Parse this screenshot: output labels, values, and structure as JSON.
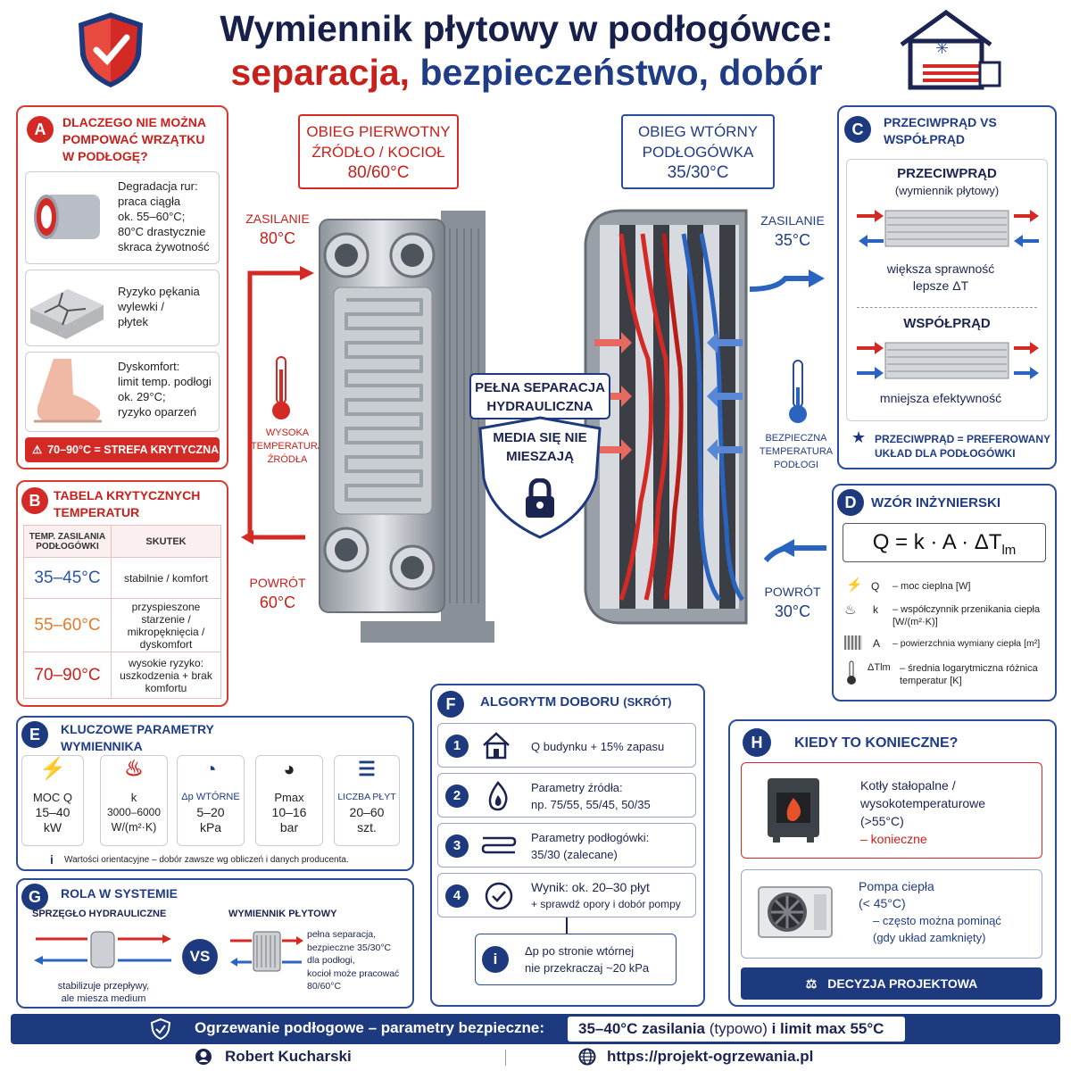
{
  "header": {
    "title_line1": "Wymiennik płytowy w podłogówce:",
    "title_w1": "separacja,",
    "title_w2": "bezpieczeństwo, dobór"
  },
  "colors": {
    "red": "#d42a25",
    "navy": "#1e3a7f",
    "blue": "#2a4d9a"
  },
  "section_a": {
    "letter": "A",
    "title": "DLACZEGO NIE MOŻNA POMPOWAĆ WRZĄTKU W PODŁOGĘ?",
    "items": [
      {
        "icon": "pipe-icon",
        "lines": [
          "Degradacja rur:",
          "praca ciągła",
          "ok. 55–60°C;",
          "80°C drastycznie",
          "skraca żywotność"
        ]
      },
      {
        "icon": "cracked-floor-icon",
        "lines": [
          "Ryzyko pękania",
          "wylewki /",
          "płytek"
        ]
      },
      {
        "icon": "foot-icon",
        "lines": [
          "Dyskomfort:",
          "limit temp. podłogi",
          "ok. 29°C;",
          "ryzyko oparzeń"
        ]
      }
    ],
    "warning": "70–90°C = STREFA KRYTYCZNA"
  },
  "section_b": {
    "letter": "B",
    "title": "TABELA KRYTYCZNYCH TEMPERATUR",
    "head_temp": "TEMP. ZASILANIA PODŁOGÓWKI",
    "head_effect": "SKUTEK",
    "rows": [
      {
        "temp": "35–45°C",
        "effect": "stabilnie / komfort",
        "color": "#2b53a8"
      },
      {
        "temp": "55–60°C",
        "effect": "przyspieszone starzenie / mikropęknięcia / dyskomfort",
        "color": "#e07b2a"
      },
      {
        "temp": "70–90°C",
        "effect": "wysokie ryzyko: uszkodzenia + brak komfortu",
        "color": "#c8201b"
      }
    ]
  },
  "center": {
    "primary_l1": "OBIEG PIERWOTNY",
    "primary_l2": "ŹRÓDŁO / KOCIOŁ",
    "primary_l3": "80/60°C",
    "secondary_l1": "OBIEG WTÓRNY",
    "secondary_l2": "PODŁOGÓWKA",
    "secondary_l3": "35/30°C",
    "supply_left": "ZASILANIE",
    "supply_left_temp": "80°C",
    "return_left": "POWRÓT",
    "return_left_temp": "60°C",
    "supply_right": "ZASILANIE",
    "supply_right_temp": "35°C",
    "return_right": "POWRÓT",
    "return_right_temp": "30°C",
    "thermo_left": "WYSOKA TEMPERATURA ŹRÓDŁA",
    "thermo_right": "BEZPIECZNA TEMPERATURA PODŁOGI",
    "separation": "PEŁNA SEPARACJA HYDRAULICZNA",
    "no_mix": "MEDIA SIĘ NIE MIESZAJĄ"
  },
  "section_c": {
    "letter": "C",
    "title": "PRZECIWPRĄD VS WSPÓŁPRĄD",
    "counter_title": "PRZECIWPRĄD",
    "counter_sub": "(wymiennik płytowy)",
    "counter_desc_l1": "większa sprawność",
    "counter_desc_l2": "lepsze ΔT",
    "co_title": "WSPÓŁPRĄD",
    "co_desc": "mniejsza efektywność",
    "note": "PRZECIWPRĄD = PREFEROWANY UKŁAD DLA PODŁOGÓWKI"
  },
  "section_d": {
    "letter": "D",
    "title": "WZÓR INŻYNIERSKI",
    "formula_main": "Q = k · A · ΔT",
    "formula_sub": "lm",
    "legend": [
      {
        "sym": "Q",
        "icon": "bolt-icon",
        "desc": "– moc cieplna [W]"
      },
      {
        "sym": "k",
        "icon": "heat-waves-icon",
        "desc": "– współczynnik przenikania ciepła [W/(m²·K)]"
      },
      {
        "sym": "A",
        "icon": "plates-icon",
        "desc": "– powierzchnia wymiany ciepła [m²]"
      },
      {
        "sym": "ΔTlm",
        "icon": "thermometer-icon",
        "desc": "– średnia logarytmiczna różnica temperatur [K]"
      }
    ]
  },
  "section_e": {
    "letter": "E",
    "title": "KLUCZOWE PARAMETRY WYMIENNIKA",
    "params": [
      {
        "icon": "bolt-icon",
        "name": "MOC Q",
        "value": "15–40",
        "unit": "kW",
        "color": "#c8201b"
      },
      {
        "icon": "heat-waves-icon",
        "name": "k",
        "value": "3000–6000",
        "unit": "W/(m²·K)",
        "color": "#222"
      },
      {
        "icon": "gauge-icon",
        "name": "Δp WTÓRNE",
        "value": "5–20",
        "unit": "kPa",
        "color": "#1f3c86"
      },
      {
        "icon": "pressure-icon",
        "name": "Pmax",
        "value": "10–16",
        "unit": "bar",
        "color": "#222"
      },
      {
        "icon": "layers-icon",
        "name": "LICZBA PŁYT",
        "value": "20–60",
        "unit": "szt.",
        "color": "#1f3c86"
      }
    ],
    "note": "Wartości orientacyjne – dobór zawsze wg obliczeń i danych producenta."
  },
  "section_f": {
    "letter": "F",
    "title": "ALGORYTM DOBORU",
    "title_sub": "(SKRÓT)",
    "steps": [
      {
        "n": "1",
        "icon": "house-icon",
        "l1": "Q budynku + 15% zapasu",
        "l2": ""
      },
      {
        "n": "2",
        "icon": "flame-icon",
        "l1": "Parametry źródła:",
        "l2": "np. 75/55, 55/45, 50/35"
      },
      {
        "n": "3",
        "icon": "floor-pipes-icon",
        "l1": "Parametry podłogówki:",
        "l2": "35/30 (zalecane)"
      },
      {
        "n": "4",
        "icon": "check-icon",
        "l1": "Wynik: ok. 20–30 płyt",
        "l2": "+ sprawdź opory i dobór pompy"
      }
    ],
    "info_l1": "Δp po stronie wtórnej",
    "info_l2": "nie przekraczaj ~20 kPa"
  },
  "section_g": {
    "letter": "G",
    "title": "ROLA W SYSTEMIE",
    "left_title": "SPRZĘGŁO HYDRAULICZNE",
    "left_desc_l1": "stabilizuje przepływy,",
    "left_desc_l2": "ale miesza medium",
    "vs": "VS",
    "right_title": "WYMIENNIK PŁYTOWY",
    "right_desc": [
      "pełna separacja,",
      "bezpieczne 35/30°C",
      "dla podłogi,",
      "kocioł może pracować",
      "80/60°C"
    ]
  },
  "section_h": {
    "letter": "H",
    "title": "KIEDY TO KONIECZNE?",
    "case1_l1": "Kotły stałopalne /",
    "case1_l2": "wysokotemperaturowe",
    "case1_l3": "(>55°C)",
    "case1_l4": "– konieczne",
    "case2_l1": "Pompa ciepła",
    "case2_l2": "(< 45°C)",
    "case2_l3": "– często można pominąć",
    "case2_l4": "(gdy układ zamknięty)",
    "decision": "DECYZJA PROJEKTOWA"
  },
  "footer": {
    "label": "Ogrzewanie podłogowe – parametry bezpieczne:",
    "value_main": "35–40°C zasilania",
    "value_note": "(typowo)",
    "value_tail": "i limit max 55°C",
    "author": "Robert Kucharski",
    "url": "https://projekt-ogrzewania.pl"
  }
}
